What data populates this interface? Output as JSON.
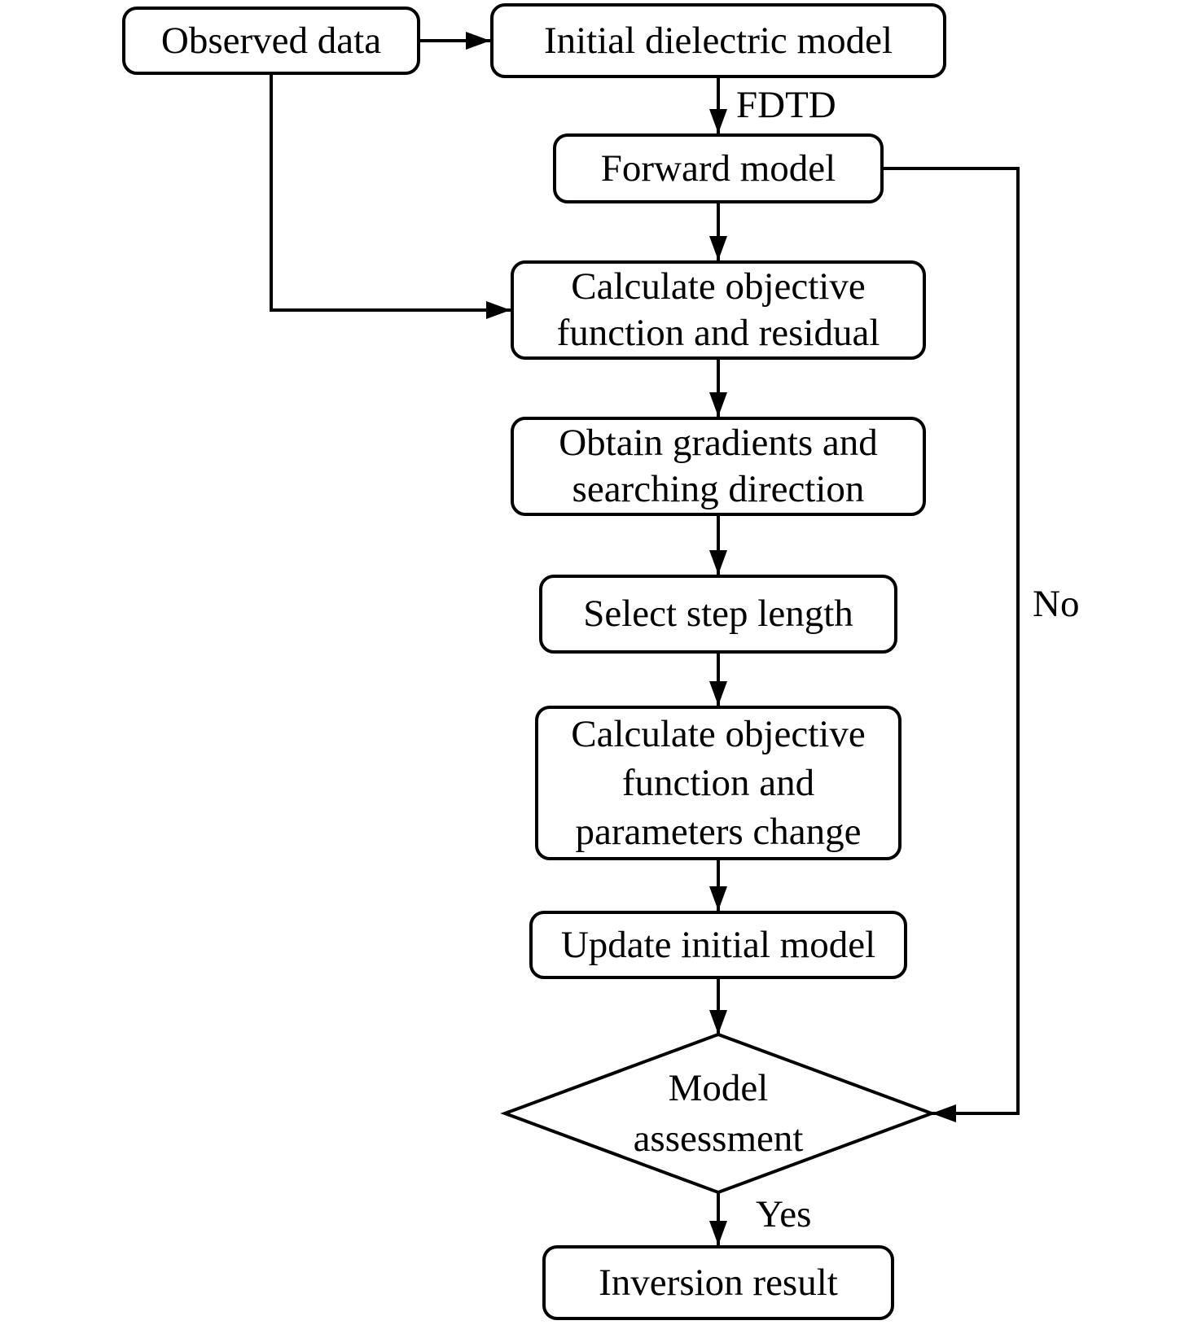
{
  "figure": {
    "type": "flowchart",
    "colors": {
      "background": "#ffffff",
      "stroke": "#000000",
      "text": "#000000"
    },
    "nodes": {
      "observed_data": {
        "label": "Observed data",
        "shape": "rounded-rect"
      },
      "initial_dielectric_model": {
        "label": "Initial dielectric model",
        "shape": "rounded-rect"
      },
      "forward_model": {
        "label": "Forward model",
        "shape": "rounded-rect"
      },
      "calc_objective_residual": {
        "label": "Calculate objective\nfunction and residual",
        "shape": "rounded-rect"
      },
      "obtain_gradients": {
        "label": "Obtain gradients and\nsearching direction",
        "shape": "rounded-rect"
      },
      "select_step_length": {
        "label": "Select step length",
        "shape": "rounded-rect"
      },
      "calc_objective_change": {
        "label": "Calculate objective\nfunction and\nparameters change",
        "shape": "rounded-rect"
      },
      "update_initial_model": {
        "label": "Update initial model",
        "shape": "rounded-rect"
      },
      "model_assessment": {
        "label": "Model\nassessment",
        "shape": "diamond"
      },
      "inversion_result": {
        "label": "Inversion result",
        "shape": "rounded-rect"
      }
    },
    "edge_labels": {
      "fdtd": "FDTD",
      "no": "No",
      "yes": "Yes"
    }
  }
}
